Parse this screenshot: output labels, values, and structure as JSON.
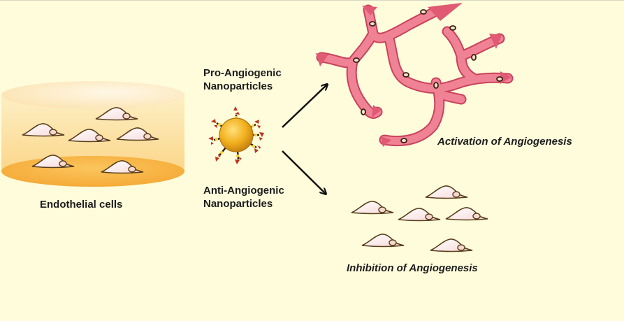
{
  "labels": {
    "endothelial_cells": "Endothelial cells",
    "pro_angiogenic_line1": "Pro-Angiogenic",
    "pro_angiogenic_line2": "Nanoparticles",
    "anti_angiogenic_line1": "Anti-Angiogenic",
    "anti_angiogenic_line2": "Nanoparticles",
    "activation": "Activation of Angiogenesis",
    "inhibition": "Inhibition of Angiogenesis"
  },
  "colors": {
    "background": "#FEFCDB",
    "dish": "#F7B544",
    "vessel": "#EE6F86",
    "vessel_outline": "#C9435C",
    "nanoparticle": "#F2B01E",
    "cell_fill": "#FBEFEA",
    "cell_outline": "#6B4A1E",
    "text": "#1c1c1c"
  }
}
